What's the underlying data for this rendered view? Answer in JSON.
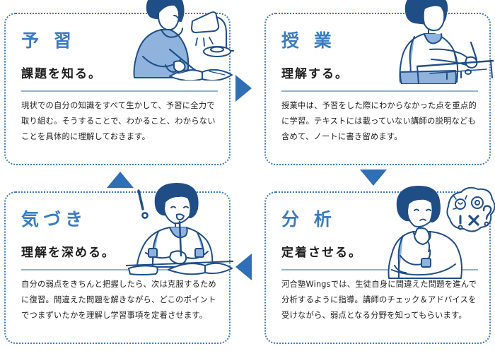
{
  "colors": {
    "accent_blue": "#3b7cc0",
    "arrow_blue": "#2f6fb5",
    "border_dot_blue": "#3b79bd",
    "divider_blue": "#8fb4d4",
    "illustration_dark": "#1f4e87",
    "illustration_fill": "#8fb3dd",
    "text_dark": "#1d1d1d"
  },
  "steps": [
    {
      "id": "yoshu",
      "heading": "予 習",
      "subheading": "課題を知る。",
      "body": "現状での自分の知識をすべて生かして、予習に全力で取り組む。そうすることで、わかること、わからないことを具体的に理解しておきます。",
      "illustration": "student-studying-at-desk-with-lamp-illustration"
    },
    {
      "id": "jugyo",
      "heading": "授 業",
      "subheading": "理解する。",
      "body": "授業中は、予習をした際にわからなかった点を重点的に学習。テキストには載っていない講師の説明なども含めて、ノートに書き留めます。",
      "illustration": "student-writing-at-school-desk-illustration"
    },
    {
      "id": "kizuki",
      "heading": "気づき",
      "subheading": "理解を深める。",
      "body": "自分の弱点をきちんと把握したら、次は克服するために復習。間違えた問題を解きながら、どこのポイントでつまずいたかを理解し学習事項を定着させます。",
      "illustration": "student-realization-exclamation-illustration"
    },
    {
      "id": "bunseki",
      "heading": "分 析",
      "subheading": "定着させる。",
      "body": "河合塾Wingsでは、生徒自身に間違えた問題を進んで分析するように指導。講師のチェック＆アドバイスを受けながら、弱点となる分野を知ってもらいます。",
      "illustration": "student-thinking-with-thought-bubble-illustration"
    }
  ],
  "arrows": [
    {
      "id": "arrow-right",
      "direction": "right"
    },
    {
      "id": "arrow-down",
      "direction": "down"
    },
    {
      "id": "arrow-left",
      "direction": "left"
    },
    {
      "id": "arrow-up",
      "direction": "up"
    }
  ]
}
